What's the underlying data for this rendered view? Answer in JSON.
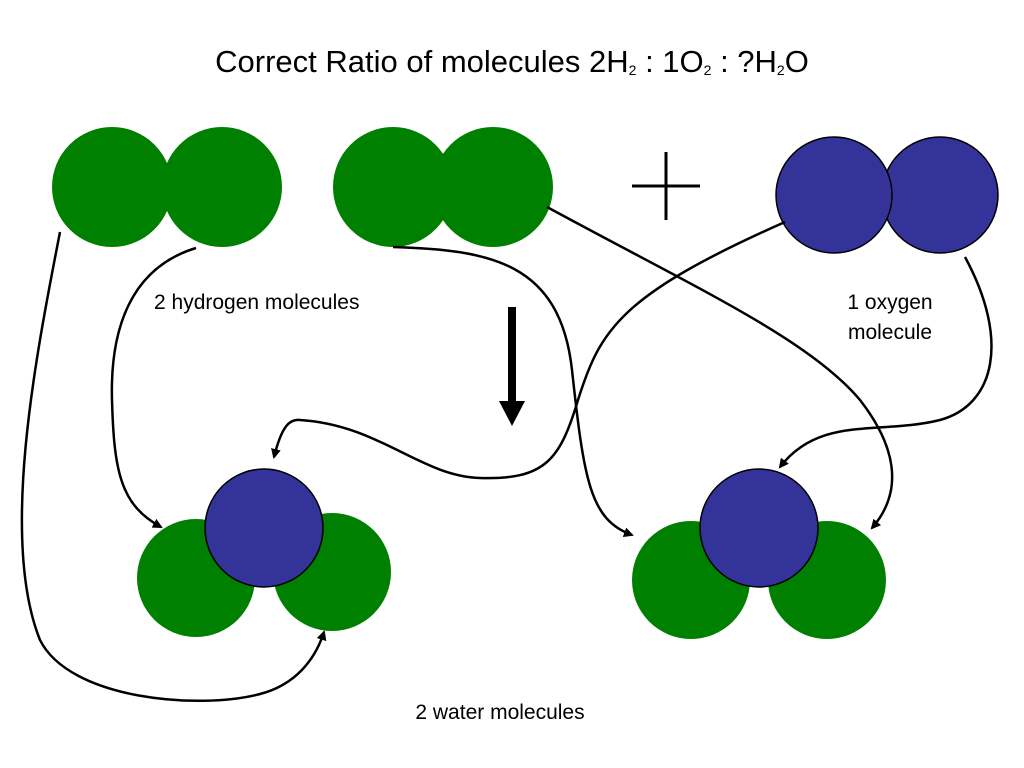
{
  "title": {
    "prefix": "Correct Ratio of molecules 2H",
    "sub1": "2",
    "mid1": " : 1O",
    "sub2": "2",
    "mid2": " : ?H",
    "sub3": "2",
    "suffix": "O"
  },
  "labels": {
    "hydrogen": "2 hydrogen molecules",
    "oxygen_line1": "1 oxygen",
    "oxygen_line2": "molecule",
    "water": "2 water molecules"
  },
  "colors": {
    "hydrogen": "#008000",
    "oxygen": "#333399",
    "stroke": "#000000"
  }
}
